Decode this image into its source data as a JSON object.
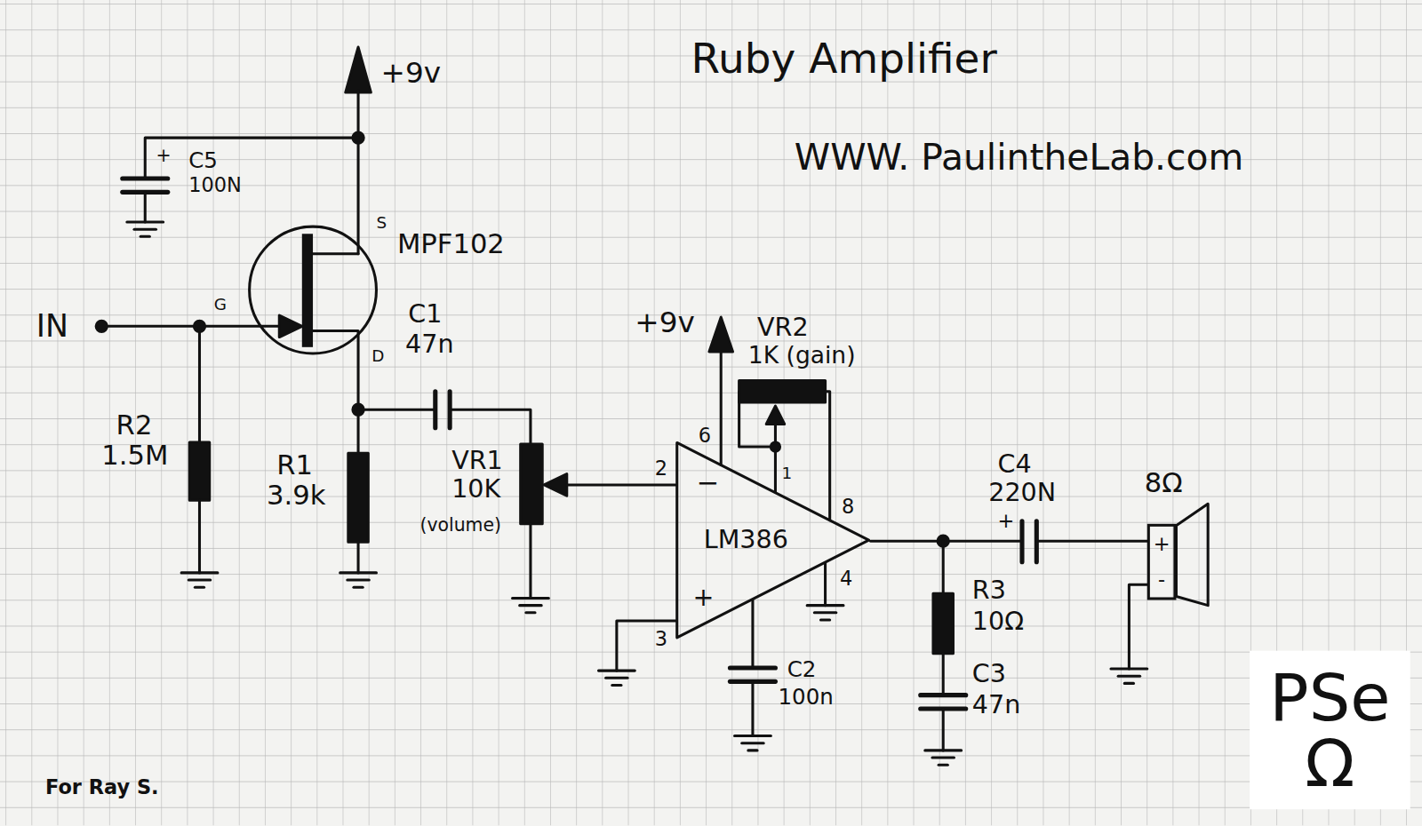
{
  "diagram": {
    "title": "Ruby Amplifier",
    "nodes": [
      {
        "text": [
          "LM386"
        ]
      },
      {
        "text": [
          "+",
          "-"
        ]
      },
      {
        "text": [
          "PSe",
          "Ω"
        ]
      }
    ],
    "labels": [
      "IN",
      "G",
      "S",
      "MPF102",
      "D",
      "+9v",
      "+",
      "C5",
      "100N",
      "R2",
      "1.5M",
      "R1",
      "3.9k",
      "C1",
      "47n",
      "VR1",
      "10K",
      "(volume)",
      "2",
      "+9v",
      "VR2",
      "1K (gain)",
      "6",
      "1",
      "8",
      "4",
      "3",
      "−",
      "+",
      "C2",
      "100n",
      "C4",
      "220N",
      "+",
      "8Ω",
      "R3",
      "10Ω",
      "C3",
      "47n",
      "For Ray S.",
      "WWW. PaulintheLab.com"
    ]
  }
}
